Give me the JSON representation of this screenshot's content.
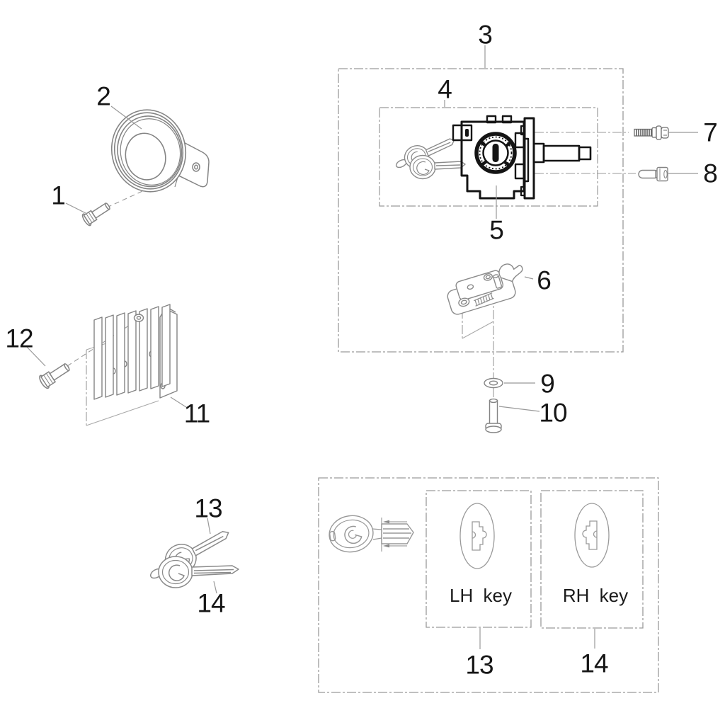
{
  "diagram": {
    "callouts": {
      "1": "1",
      "2": "2",
      "3": "3",
      "4": "4",
      "5": "5",
      "6": "6",
      "7": "7",
      "8": "8",
      "9": "9",
      "10": "10",
      "11": "11",
      "12": "12",
      "13": "13",
      "14": "14"
    },
    "key_box": {
      "lh": {
        "label": "LH key",
        "callout": "13"
      },
      "rh": {
        "label": "RH key",
        "callout": "14"
      }
    },
    "colors": {
      "background": "#ffffff",
      "line_art": "#848484",
      "dark_line_art": "#141414",
      "construction_line": "#9a9a9a",
      "callout_text": "#161616"
    }
  }
}
